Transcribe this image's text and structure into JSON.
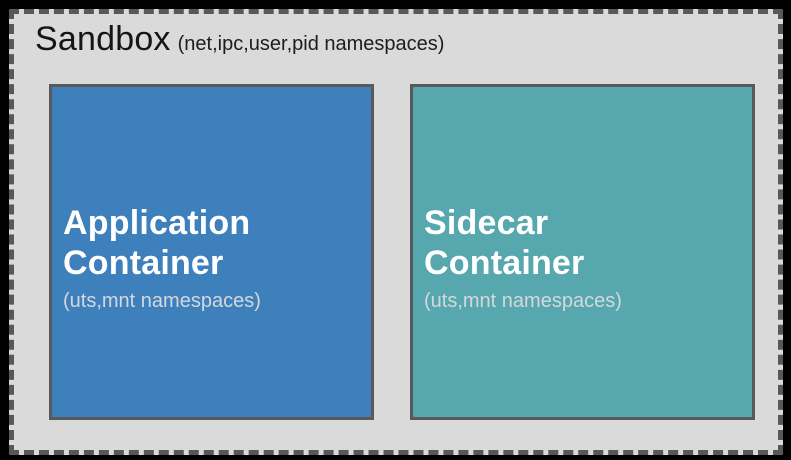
{
  "colors": {
    "page_background": "#000000",
    "sandbox_background": "#dadada",
    "dashed_border": "#57585a",
    "container_border": "#58595b",
    "application_fill": "#3d80bc",
    "sidecar_fill": "#57a7ae",
    "title_text": "#151515",
    "container_title_text": "#ffffff",
    "container_subtitle_text": "#d5d8da"
  },
  "sandbox": {
    "title": "Sandbox",
    "subtitle": "(net,ipc,user,pid namespaces)"
  },
  "containers": [
    {
      "name": "Application Container",
      "line1": "Application",
      "line2": "Container",
      "subtitle": "(uts,mnt namespaces)",
      "color": "#3d80bc"
    },
    {
      "name": "Sidecar Container",
      "line1": "Sidecar",
      "line2": "Container",
      "subtitle": "(uts,mnt namespaces)",
      "color": "#57a7ae"
    }
  ]
}
